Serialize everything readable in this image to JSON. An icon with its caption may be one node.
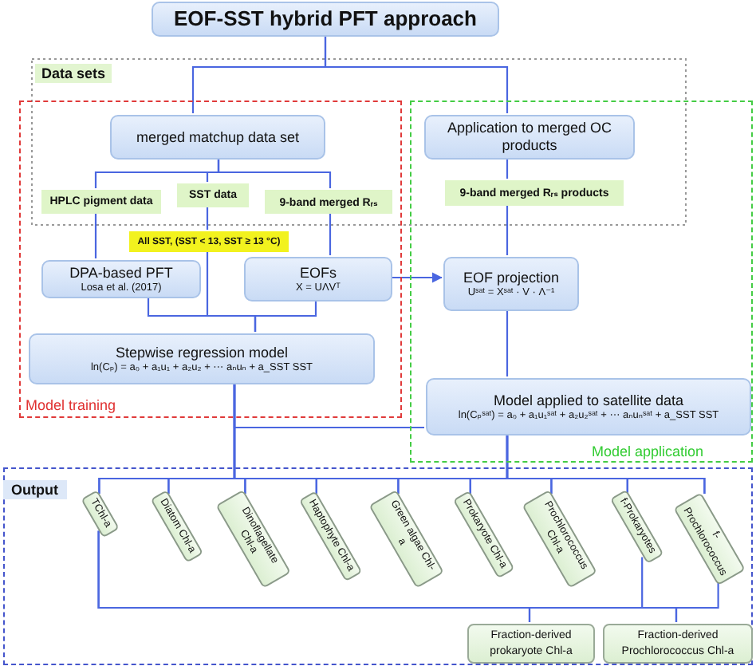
{
  "diagram": {
    "nodes": [
      {
        "text": [
          "EOF-SST hybrid PFT approach"
        ]
      },
      {
        "text": [
          "Data sets"
        ]
      },
      {
        "text": [
          "Model training"
        ]
      },
      {
        "text": [
          "Model application"
        ]
      },
      {
        "text": [
          "merged matchup data set"
        ],
        "in": 2
      },
      {
        "text": [
          "Application to merged OC products"
        ],
        "in": 3
      },
      {
        "text": [
          "HPLC pigment data"
        ],
        "in": 2
      },
      {
        "text": [
          "SST data"
        ],
        "in": 2
      },
      {
        "text": [
          "9-band merged Rᵣₛ"
        ],
        "in": 2
      },
      {
        "text": [
          "9-band merged Rᵣₛ products"
        ],
        "in": 3
      },
      {
        "text": [
          "All SST, (SST < 13, SST ≥ 13 °C)"
        ],
        "in": 2
      },
      {
        "text": [
          "DPA-based PFT",
          "Losa et al. (2017)"
        ],
        "in": 2
      },
      {
        "text": [
          "EOFs",
          "X = UΛVᵀ"
        ],
        "in": 2
      },
      {
        "text": [
          "EOF projection",
          "Uˢᵃᵗ = Xˢᵃᵗ · V · Λ⁻¹"
        ],
        "in": 3
      },
      {
        "text": [
          "Stepwise regression model",
          "ln(Cₚ) = a₀ + a₁u₁ + a₂u₂ + ⋯ aₙuₙ + a_SST SST"
        ],
        "in": 2
      },
      {
        "text": [
          "Model applied to satellite data",
          "ln(Cₚˢᵃᵗ) = a₀ + a₁u₁ˢᵃᵗ + a₂u₂ˢᵃᵗ + ⋯ aₙuₙˢᵃᵗ + a_SST SST"
        ],
        "in": 3
      },
      {
        "text": [
          "Output"
        ]
      },
      {
        "text": [
          "TChl-a"
        ],
        "in": 16
      },
      {
        "text": [
          "Diatom Chl-a"
        ],
        "in": 16
      },
      {
        "text": [
          "Dinoflagellate Chl-a"
        ],
        "in": 16
      },
      {
        "text": [
          "Haptophyte Chl-a"
        ],
        "in": 16
      },
      {
        "text": [
          "Green algae Chl-a"
        ],
        "in": 16
      },
      {
        "text": [
          "Prokaryote Chl-a"
        ],
        "in": 16
      },
      {
        "text": [
          "Prochlorococcus Chl-a"
        ],
        "in": 16
      },
      {
        "text": [
          "f-Prokaryotes"
        ],
        "in": 16
      },
      {
        "text": [
          "f-Prochlorococcus"
        ],
        "in": 16
      },
      {
        "text": [
          "Fraction-derived prokaryote Chl-a"
        ],
        "in": 16
      },
      {
        "text": [
          "Fraction-derived Prochlorococcus Chl-a"
        ],
        "in": 16
      }
    ],
    "edges": [
      {
        "from": 0,
        "to": 4,
        "arrow": "none"
      },
      {
        "from": 0,
        "to": 5,
        "arrow": "none"
      },
      {
        "from": 4,
        "to": 6,
        "arrow": "none"
      },
      {
        "from": 4,
        "to": 7,
        "arrow": "none"
      },
      {
        "from": 4,
        "to": 8,
        "arrow": "none"
      },
      {
        "from": 6,
        "to": 11,
        "arrow": "none"
      },
      {
        "from": 7,
        "to": 10,
        "arrow": "none"
      },
      {
        "from": 10,
        "to": 14,
        "arrow": "none"
      },
      {
        "from": 8,
        "to": 12,
        "arrow": "none"
      },
      {
        "from": 11,
        "to": 14,
        "arrow": "none"
      },
      {
        "from": 12,
        "to": 14,
        "arrow": "none"
      },
      {
        "from": 12,
        "to": 13,
        "arrow": "to"
      },
      {
        "from": 5,
        "to": 9,
        "arrow": "none"
      },
      {
        "from": 9,
        "to": 13,
        "arrow": "none"
      },
      {
        "from": 13,
        "to": 15,
        "arrow": "none"
      },
      {
        "from": 14,
        "to": 15,
        "arrow": "none"
      },
      {
        "from": 14,
        "to": 17,
        "arrow": "none"
      },
      {
        "from": 14,
        "to": 18,
        "arrow": "none"
      },
      {
        "from": 14,
        "to": 19,
        "arrow": "none"
      },
      {
        "from": 14,
        "to": 20,
        "arrow": "none"
      },
      {
        "from": 14,
        "to": 21,
        "arrow": "none"
      },
      {
        "from": 14,
        "to": 22,
        "arrow": "none"
      },
      {
        "from": 14,
        "to": 23,
        "arrow": "none"
      },
      {
        "from": 14,
        "to": 24,
        "arrow": "none"
      },
      {
        "from": 14,
        "to": 25,
        "arrow": "none"
      },
      {
        "from": 15,
        "to": 17,
        "arrow": "none"
      },
      {
        "from": 15,
        "to": 18,
        "arrow": "none"
      },
      {
        "from": 15,
        "to": 19,
        "arrow": "none"
      },
      {
        "from": 15,
        "to": 20,
        "arrow": "none"
      },
      {
        "from": 15,
        "to": 21,
        "arrow": "none"
      },
      {
        "from": 15,
        "to": 22,
        "arrow": "none"
      },
      {
        "from": 15,
        "to": 23,
        "arrow": "none"
      },
      {
        "from": 15,
        "to": 24,
        "arrow": "none"
      },
      {
        "from": 15,
        "to": 25,
        "arrow": "none"
      },
      {
        "from": 17,
        "to": 26,
        "arrow": "none"
      },
      {
        "from": 17,
        "to": 27,
        "arrow": "none"
      },
      {
        "from": 24,
        "to": 26,
        "arrow": "none"
      },
      {
        "from": 25,
        "to": 27,
        "arrow": "none"
      }
    ]
  }
}
